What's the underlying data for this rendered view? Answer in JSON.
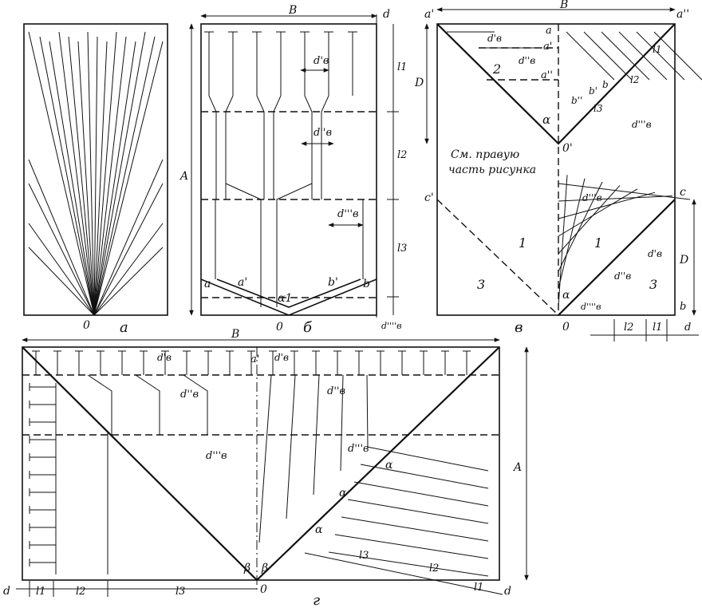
{
  "panel_a": {
    "caption": "а",
    "origin_label": "0"
  },
  "panel_b": {
    "caption": "б",
    "width_label": "B",
    "gap_label": "d",
    "height_label": "A",
    "l1": "l1",
    "l2": "l2",
    "l3": "l3",
    "d1": "d'в",
    "d2": "d''в",
    "d3": "d'''в",
    "d4": "d''''в",
    "a": "a",
    "a_prime": "a'",
    "b": "b",
    "b_prime": "b'",
    "alpha": "α1",
    "origin_label": "0"
  },
  "panel_v": {
    "caption": "в",
    "width_label": "B",
    "top_left": "a'",
    "top_right": "a''",
    "a": "a",
    "a_prime": "a'",
    "a_dprime": "a''",
    "b": "b",
    "b_prime": "b'",
    "b_dprime": "b''",
    "c": "c",
    "c_prime": "c'",
    "D_top": "D",
    "D_right": "D",
    "d_bottom": "d",
    "l1": "l1",
    "l2": "l2",
    "l3": "l3",
    "d1": "d'в",
    "d2": "d''в",
    "d3": "d'''в",
    "d4": "d''''в",
    "zone1a": "1",
    "zone1b": "1",
    "zone2": "2",
    "zone3a": "3",
    "zone3b": "3",
    "alpha": "α",
    "apex": "0'",
    "origin_label": "0",
    "note_line1": "См. правую",
    "note_line2": "часть рисунка"
  },
  "panel_g": {
    "caption": "г",
    "width_label": "B",
    "height_label": "A",
    "d": "d",
    "l1": "l1",
    "l2": "l2",
    "l3": "l3",
    "d1": "d'в",
    "d2": "d''в",
    "d3": "d'''в",
    "a_prime": "a'",
    "beta": "β",
    "alpha": "α",
    "origin_label": "0"
  }
}
